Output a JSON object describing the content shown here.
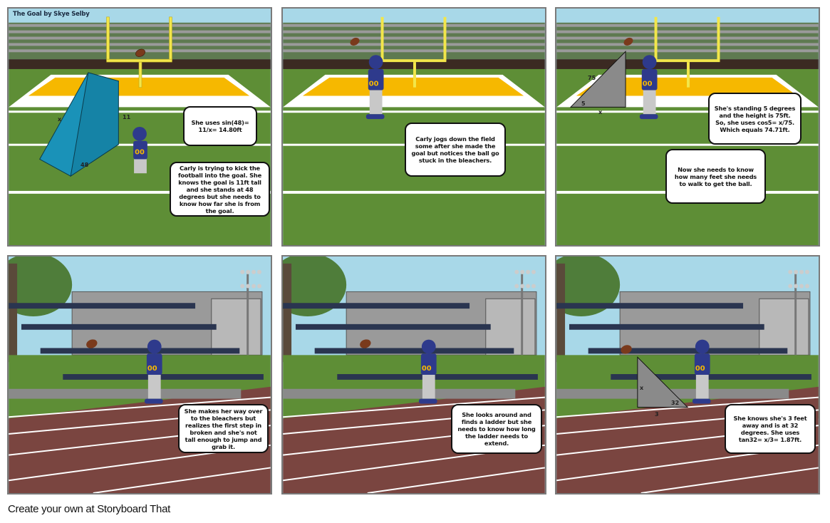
{
  "storyboard": {
    "title": "The Goal by Skye Selby",
    "footer_link": "Create your own at Storyboard That",
    "colors": {
      "sky": "#a8d8e8",
      "field_green": "#5e8e36",
      "endzone_gold": "#f6b800",
      "goalpost_yellow": "#f2e64a",
      "track_red": "#7a4540",
      "wedge_blue": "#1a92b8",
      "triangle_gray": "#8a8a8a",
      "jersey_navy": "#2e3a8c"
    },
    "panels": [
      {
        "scene": "football-field",
        "bubbles": [
          "She uses sin(48)= 11/x= 14.80ft",
          "Carly is trying to kick the football into the goal. She knows the goal is 11ft tall and she stands at 48 degrees but she needs to know how far she is from the goal."
        ],
        "triangle_labels": {
          "hyp": "x",
          "height": "11",
          "angle": "48"
        },
        "jersey_number": "00"
      },
      {
        "scene": "football-field",
        "bubbles": [
          "Carly jogs down the field some after she made the goal but notices the ball go stuck in the bleachers."
        ],
        "jersey_number": "00"
      },
      {
        "scene": "football-field",
        "bubbles": [
          "She's standing 5 degrees and the height is 75ft. So, she uses cos5= x/75. Which equals 74.71ft.",
          "Now she needs to know how many feet she needs to walk to get the ball."
        ],
        "triangle_labels": {
          "hyp": "75",
          "angle": "5",
          "base": "x"
        },
        "jersey_number": "00"
      },
      {
        "scene": "bleachers-track",
        "bubbles": [
          "She makes her way over to the bleachers but realizes the first step in broken and she's not tall enough to jump and grab it."
        ],
        "jersey_number": "00"
      },
      {
        "scene": "bleachers-track",
        "bubbles": [
          "She looks around and finds a ladder but she needs to know how long the ladder needs to extend."
        ],
        "jersey_number": "00"
      },
      {
        "scene": "bleachers-track",
        "bubbles": [
          "She knows she's 3 feet away and is at 32 degrees. She uses tan32= x/3= 1.87ft."
        ],
        "triangle_labels": {
          "height": "x",
          "angle": "32",
          "base": "3"
        },
        "jersey_number": "00"
      }
    ]
  }
}
